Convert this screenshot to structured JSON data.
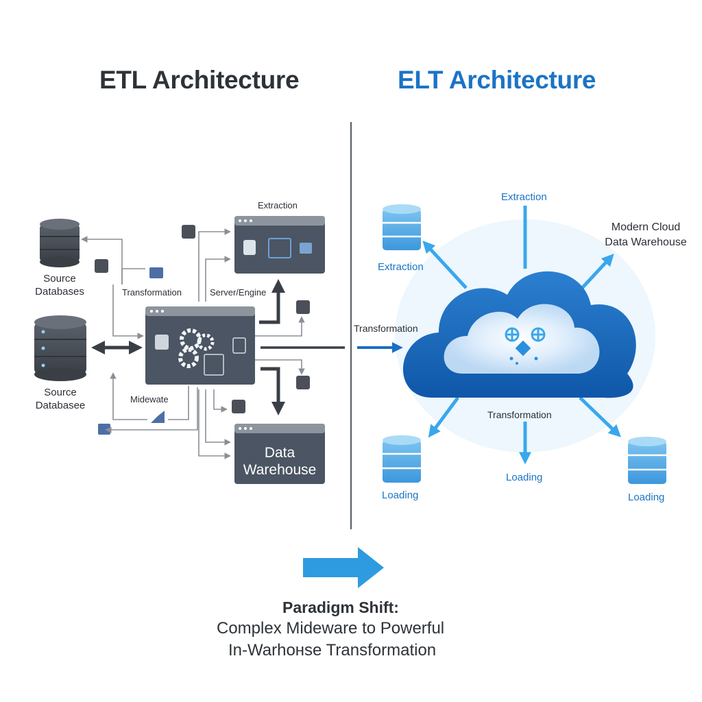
{
  "etl": {
    "title": "ETL Architecture",
    "source_db_1": "Source\nDatabases",
    "source_db_2": "Source\nDatabasee",
    "extraction": "Extraction",
    "transformation": "Transformation",
    "server_engine": "Server/Engine",
    "middleware": "Midewate",
    "data_warehouse": "Data\nWarehouse"
  },
  "elt": {
    "title": "ELT Architecture",
    "extraction_top": "Extraction",
    "extraction_left": "Extraction",
    "cloud_label": "Modern Cloud\nData Warehouse",
    "transformation_in": "Transformation",
    "transformation_below": "Transformation",
    "loading_left": "Loading",
    "loading_center": "Loading",
    "loading_right": "Loading"
  },
  "footer": {
    "heading": "Paradigm Shift:",
    "line1": "Complex Mideware to Powerful",
    "line2": "In-Warhoнse Transformation"
  },
  "colors": {
    "etl_title": "#2e3338",
    "elt_title": "#1b74c5",
    "arrow_blue": "#2e9be0",
    "dark_box": "#4b5563"
  }
}
